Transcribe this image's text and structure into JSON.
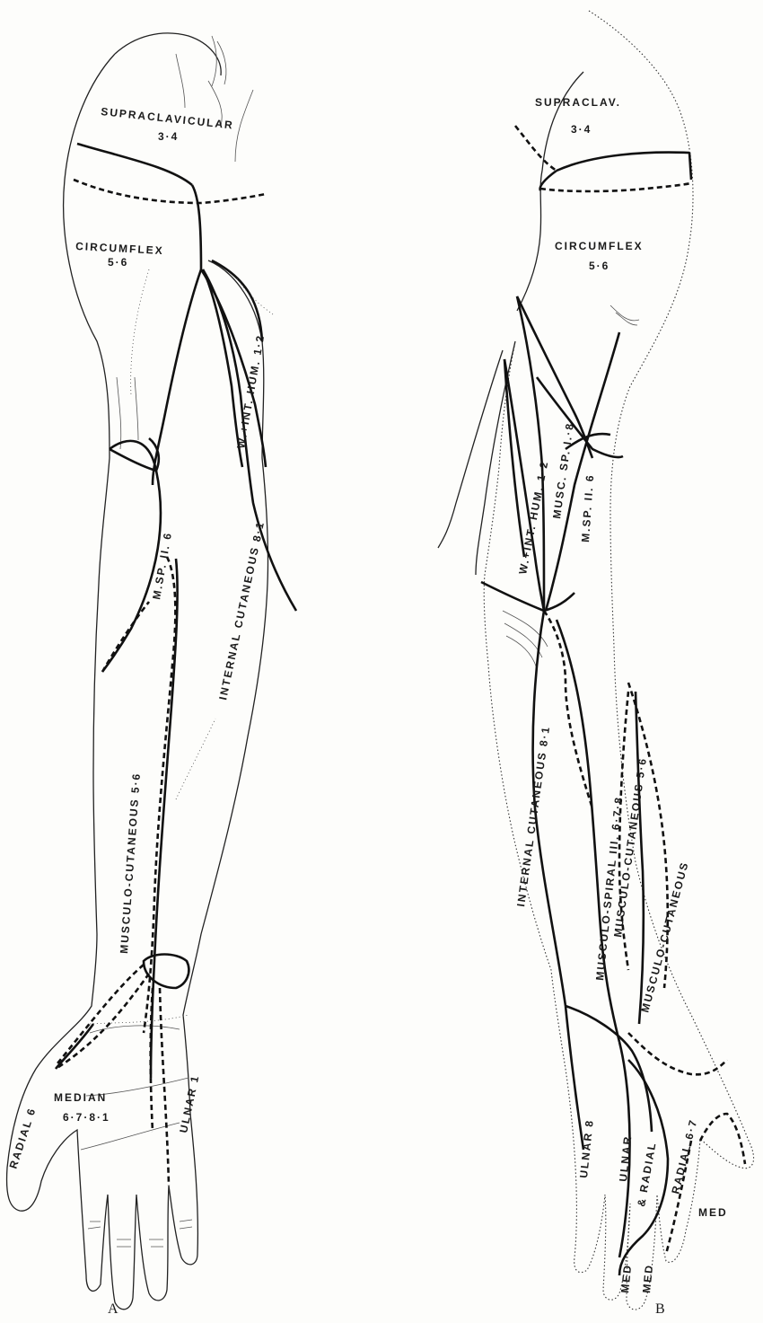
{
  "figure": {
    "panel_a": {
      "letter": "A",
      "labels": {
        "supraclavicular": "SUPRACLAVICULAR",
        "supraclavicular_roots": "3·4",
        "circumflex": "CIRCUMFLEX",
        "circumflex_roots": "5·6",
        "w_int_hum": "W.+INT. HUM. 1·2",
        "internal_cutaneous": "INTERNAL CUTANEOUS 8·1",
        "m_sp": "M.SP. II. 6",
        "musculo_cutaneous": "MUSCULO-CUTANEOUS 5·6",
        "radial": "RADIAL 6",
        "median": "MEDIAN",
        "median_roots": "6·7·8·1",
        "ulnar": "ULNAR 1"
      }
    },
    "panel_b": {
      "letter": "B",
      "labels": {
        "supraclav": "SUPRACLAV.",
        "supraclav_roots": "3·4",
        "circumflex": "CIRCUMFLEX",
        "circumflex_roots": "5·6",
        "w_int_hum": "W.+INT. HUM. 1·2",
        "musc_sp": "MUSC. SP. I.·8",
        "m_sp": "M.SP. II. 6",
        "internal_cutaneous": "INTERNAL CUTANEOUS 8·1",
        "musculo_spiral": "MUSCULO-SPIRAL III. 6·7·8",
        "musculo_cutaneous_1": "MUSCULO-CUTANEOUS 5·6",
        "musculo_cutaneous_2": "MUSCULO-CUTANEOUS",
        "ulnar_8": "ULNAR 8",
        "ulnar_radial_1": "ULNAR",
        "ulnar_radial_2": "& RADIAL",
        "radial_67": "RADIAL 6·7",
        "med_1": "MED",
        "med_2": "MED",
        "med_3": "MED"
      }
    }
  }
}
